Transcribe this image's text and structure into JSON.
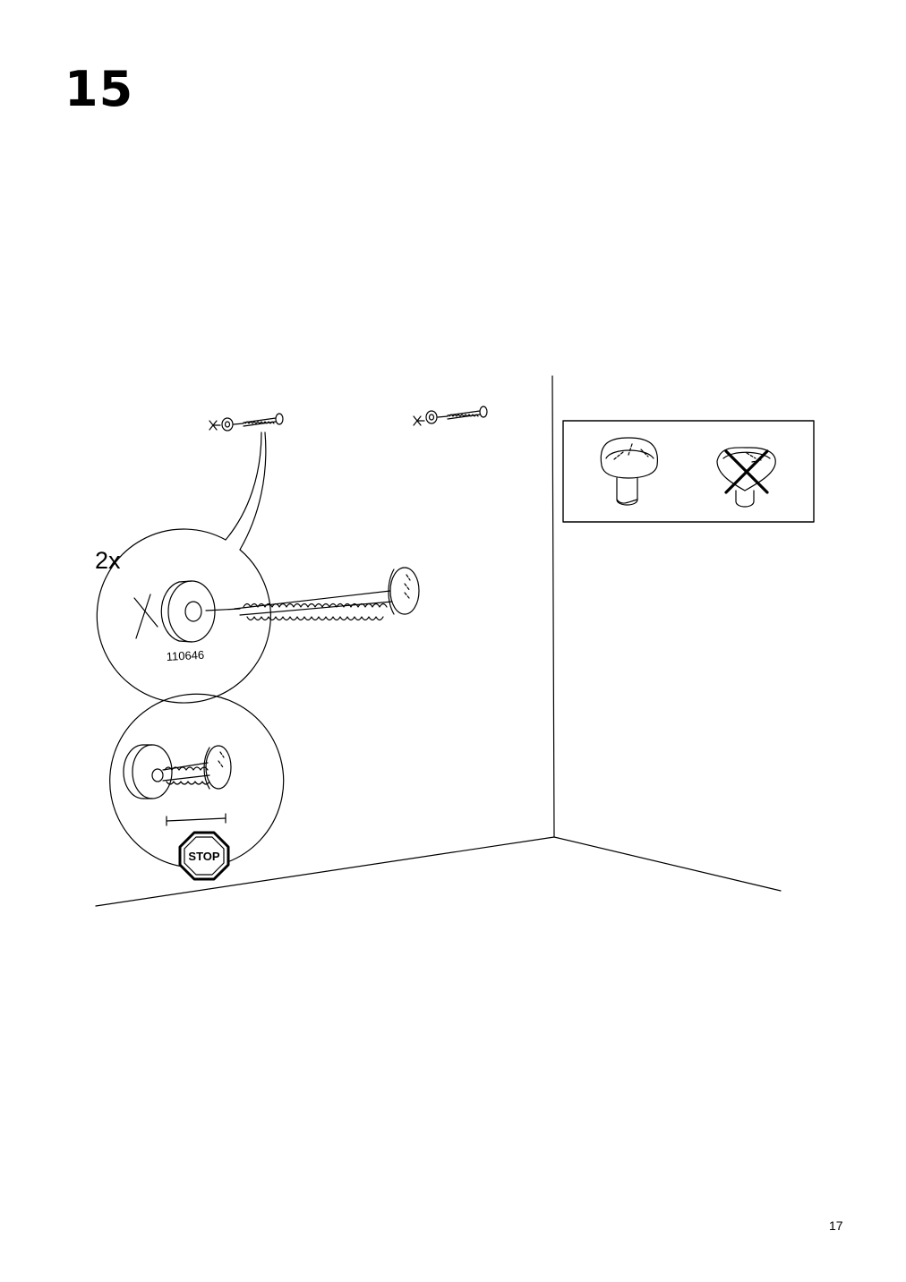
{
  "step": {
    "number": "15"
  },
  "quantity": {
    "label": "2x"
  },
  "part": {
    "number": "110646"
  },
  "stop_sign": {
    "text": "STOP"
  },
  "page": {
    "number": "17"
  },
  "colors": {
    "ink": "#000000",
    "paper": "#ffffff"
  }
}
